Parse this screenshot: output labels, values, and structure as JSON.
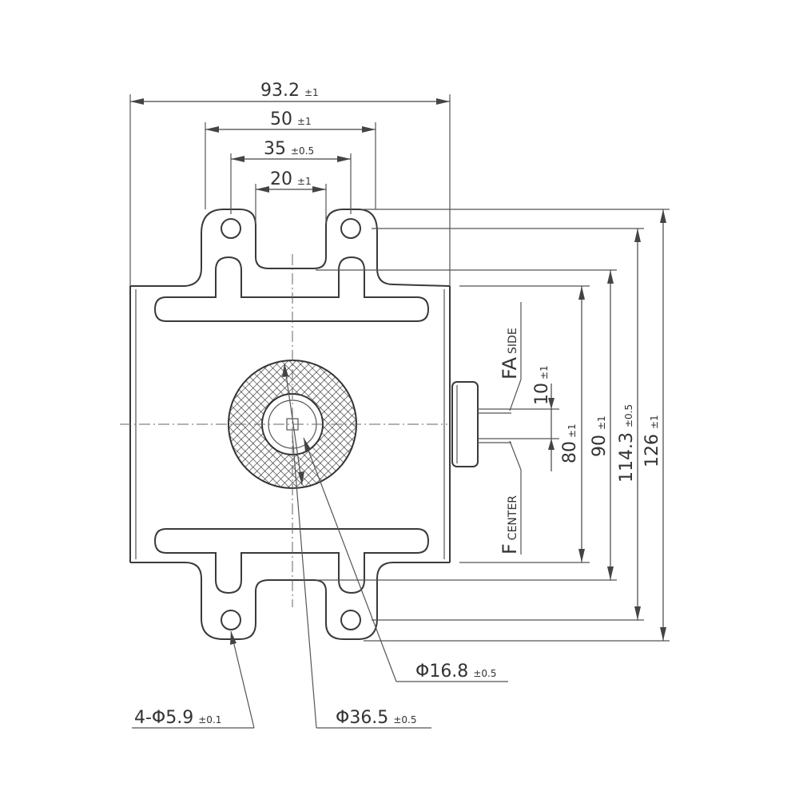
{
  "dimensions": {
    "width_overall": {
      "value": "93.2",
      "tol": "±1"
    },
    "width_flange_slots": {
      "value": "50",
      "tol": "±1"
    },
    "hole_spacing": {
      "value": "35",
      "tol": "±0.5"
    },
    "center_notch": {
      "value": "20",
      "tol": "±1"
    },
    "height_overall": {
      "value": "126",
      "tol": "±1"
    },
    "height_flange": {
      "value": "114.3",
      "tol": "±0.5"
    },
    "height_body": {
      "value": "90",
      "tol": "±1"
    },
    "terminal_80": {
      "value": "80",
      "tol": "±1"
    },
    "terminal_10": {
      "value": "10",
      "tol": "±1"
    },
    "mount_holes": {
      "value": "4-Φ5.9",
      "tol": "±0.1"
    },
    "antenna_outer": {
      "value": "Φ36.5",
      "tol": "±0.5"
    },
    "antenna_inner": {
      "value": "Φ16.8",
      "tol": "±0.5"
    }
  },
  "terminals": {
    "fa": {
      "main": "FA",
      "sub": "SIDE"
    },
    "f": {
      "main": "F",
      "sub": "CENTER"
    }
  }
}
